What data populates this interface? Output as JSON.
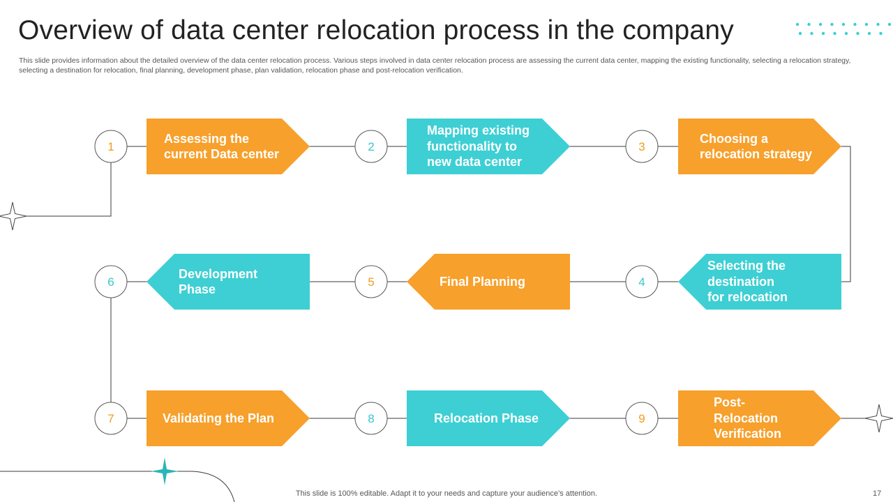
{
  "title": "Overview of data center relocation process in the company",
  "description": "This slide provides information about the detailed overview of the data center relocation process. Various steps involved in data center relocation process are assessing the current data center, mapping the existing functionality, selecting a relocation strategy, selecting a destination for relocation, final planning, development phase, plan validation, relocation phase and post-relocation verification.",
  "footer": "This slide is 100% editable. Adapt it to your needs and capture your audience’s attention.",
  "page_number": "17",
  "colors": {
    "orange": "#F7A02B",
    "teal": "#3DCFD3",
    "line": "#3a3a3a",
    "number_orange": "#F29A1D",
    "number_teal": "#36C6CB"
  },
  "steps": [
    {
      "number": "1",
      "label": "Assessing the\ncurrent Data center",
      "color": "orange",
      "direction": "right"
    },
    {
      "number": "2",
      "label": "Mapping existing\nfunctionality to\nnew data center",
      "color": "teal",
      "direction": "right"
    },
    {
      "number": "3",
      "label": "Choosing a\nrelocation strategy",
      "color": "orange",
      "direction": "right"
    },
    {
      "number": "4",
      "label": "Selecting the\ndestination\nfor relocation",
      "color": "teal",
      "direction": "left"
    },
    {
      "number": "5",
      "label": "Final Planning",
      "color": "orange",
      "direction": "left"
    },
    {
      "number": "6",
      "label": "Development\nPhase",
      "color": "teal",
      "direction": "left"
    },
    {
      "number": "7",
      "label": "Validating the Plan",
      "color": "orange",
      "direction": "right"
    },
    {
      "number": "8",
      "label": "Relocation Phase",
      "color": "teal",
      "direction": "right"
    },
    {
      "number": "9",
      "label": "Post-\nRelocation\nVerification",
      "color": "orange",
      "direction": "right"
    }
  ]
}
